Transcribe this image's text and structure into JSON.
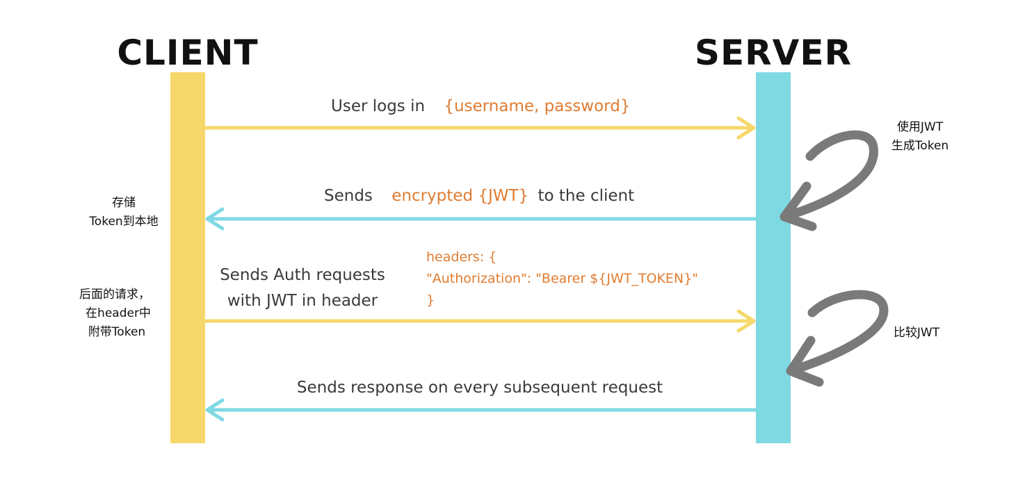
{
  "lanes": {
    "client": {
      "title": "CLIENT",
      "color": "#f6d86a"
    },
    "server": {
      "title": "SERVER",
      "color": "#7fd9e3"
    }
  },
  "messages": {
    "login": {
      "prefix": "User logs in",
      "highlight": "{username, password}"
    },
    "jwt_return": {
      "prefix": "Sends",
      "highlight": "encrypted {JWT}",
      "suffix": "to the client"
    },
    "auth_request": {
      "line1": "Sends Auth requests",
      "line2": "with JWT in header"
    },
    "header_code": {
      "line1": "headers: {",
      "line2": "\"Authorization\": \"Bearer ${JWT_TOKEN}\"",
      "line3": "}"
    },
    "response": {
      "text": "Sends response on every subsequent request"
    }
  },
  "notes": {
    "client_store": {
      "line1": "存储",
      "line2": "Token到本地"
    },
    "client_attach": {
      "line1": "后面的请求，",
      "line2": "在header中",
      "line3": "附带Token"
    },
    "server_generate": {
      "line1": "使用JWT",
      "line2": "生成Token"
    },
    "server_compare": {
      "line1": "比较JWT"
    }
  },
  "colors": {
    "request_arrow": "#f6d86a",
    "response_arrow": "#7fd9e3",
    "highlight_text": "#e07b30",
    "curved_arrow": "#7a7a7a"
  }
}
